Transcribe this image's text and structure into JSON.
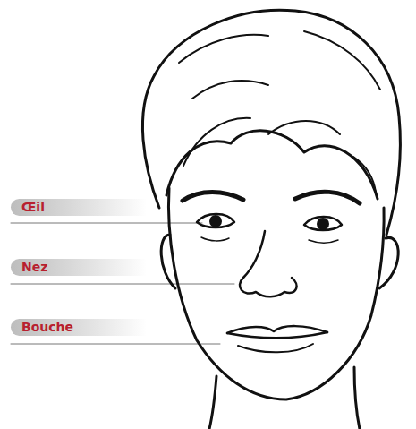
{
  "diagram": {
    "nodes": [
      {
        "text": [
          "Œil"
        ]
      },
      {
        "text": [
          "Nez"
        ]
      },
      {
        "text": [
          "Bouche"
        ]
      }
    ]
  }
}
